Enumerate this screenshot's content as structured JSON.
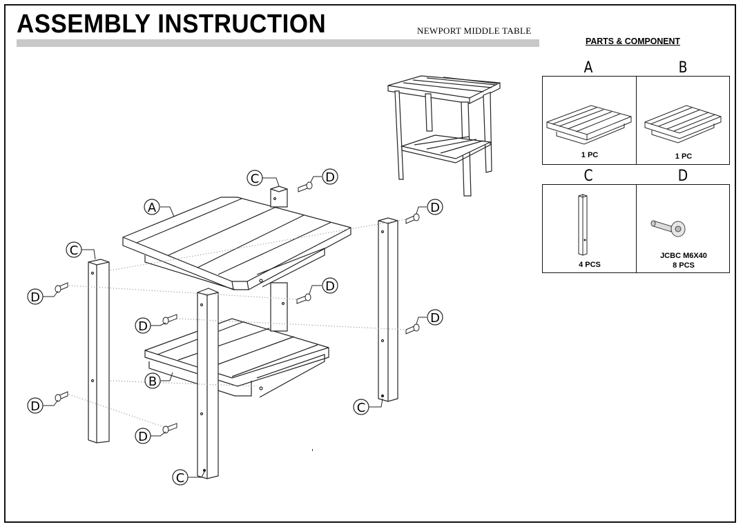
{
  "header": {
    "title": "ASSEMBLY INSTRUCTION",
    "subtitle": "NEWPORT MIDDLE TABLE"
  },
  "parts": {
    "heading": "PARTS & COMPONENT",
    "items": [
      {
        "letter": "A",
        "qty": "1 PC"
      },
      {
        "letter": "B",
        "qty": "1 PC"
      },
      {
        "letter": "C",
        "qty": "4 PCS"
      },
      {
        "letter": "D",
        "name": "JCBC M6X40",
        "qty": "8 PCS"
      }
    ]
  },
  "callouts": {
    "a": "A",
    "b": "B",
    "c": "C",
    "d": "D"
  }
}
